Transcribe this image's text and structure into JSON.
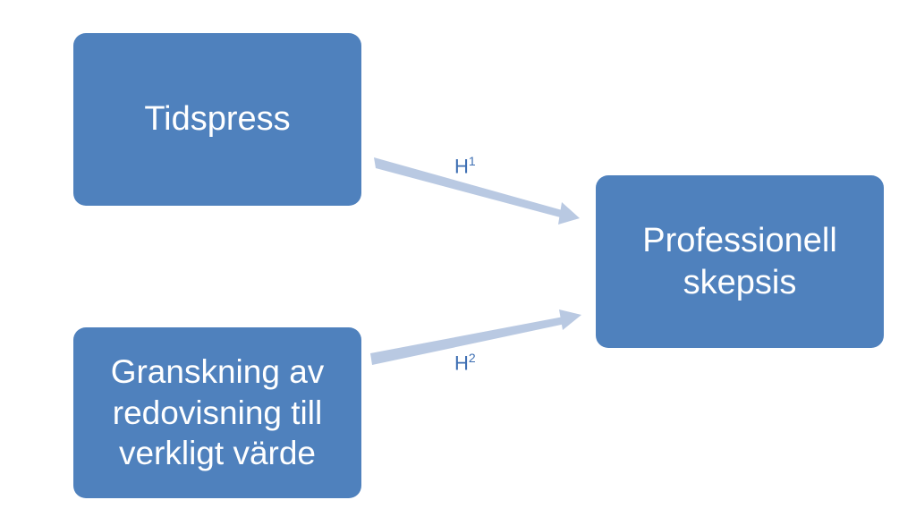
{
  "diagram": {
    "nodes": {
      "tidspress": "Tidspress",
      "skepsis": "Professionell\nskepsis",
      "granskning": "Granskning av\nredovisning till\nverkligt värde"
    },
    "edges": [
      {
        "base": "H",
        "sup": "1"
      },
      {
        "base": "H",
        "sup": "2"
      }
    ]
  },
  "colors": {
    "node_fill": "#4f81bd",
    "node_text": "#ffffff",
    "arrow_fill": "#b9c9e2",
    "label_text": "#3e6fb3"
  }
}
